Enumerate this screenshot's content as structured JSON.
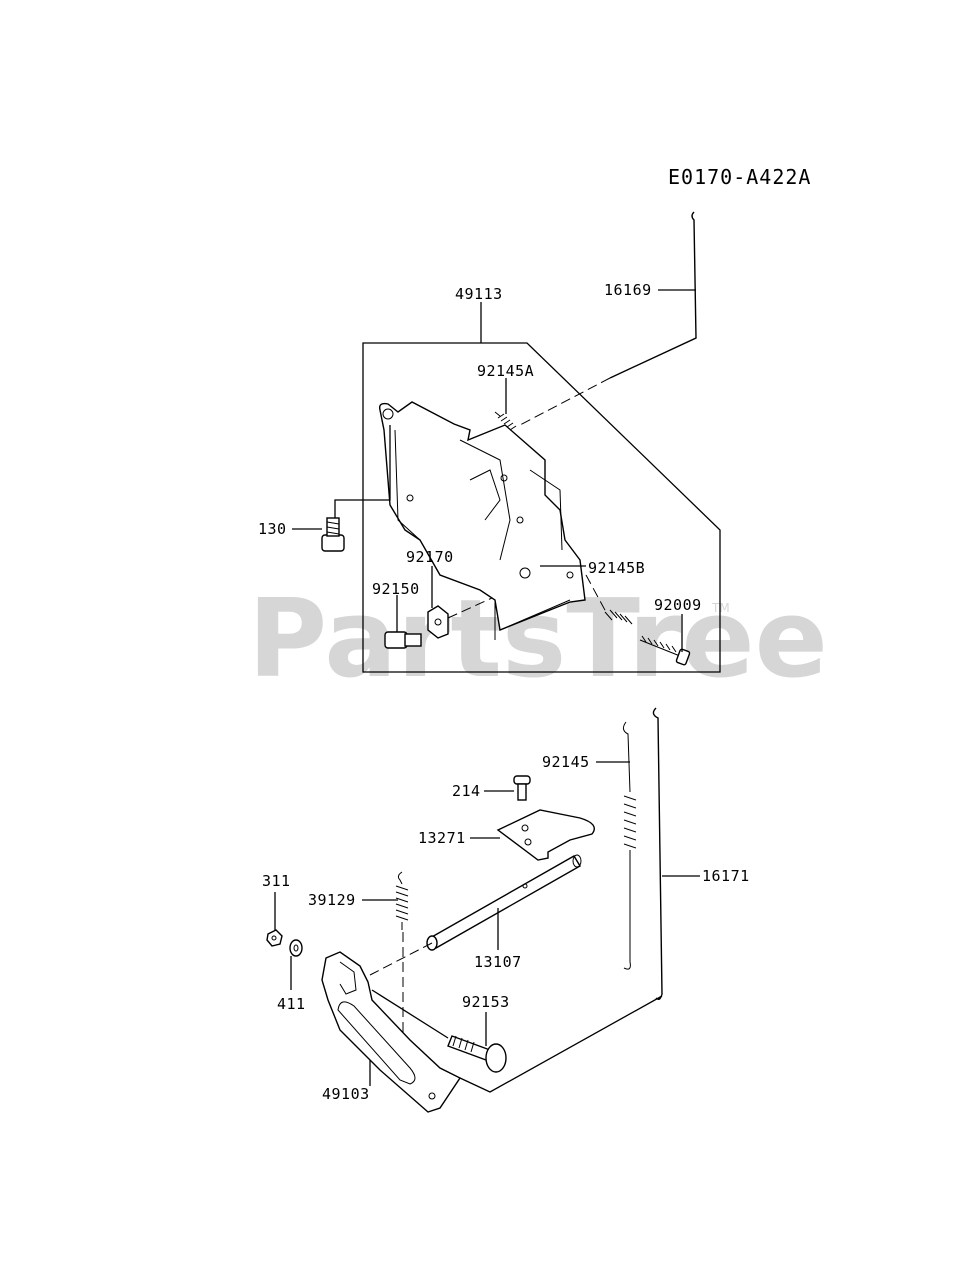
{
  "diagram": {
    "code": "E0170-A422A",
    "watermark": "PartsTree",
    "watermark_tm": "TM",
    "labels": {
      "p16169": "16169",
      "p49113": "49113",
      "p92145A": "92145A",
      "p130": "130",
      "p92170": "92170",
      "p92145B": "92145B",
      "p92150": "92150",
      "p92009": "92009",
      "p92145": "92145",
      "p214": "214",
      "p13271": "13271",
      "p16171": "16171",
      "p311": "311",
      "p39129": "39129",
      "p13107": "13107",
      "p411": "411",
      "p92153": "92153",
      "p49103": "49103"
    }
  }
}
